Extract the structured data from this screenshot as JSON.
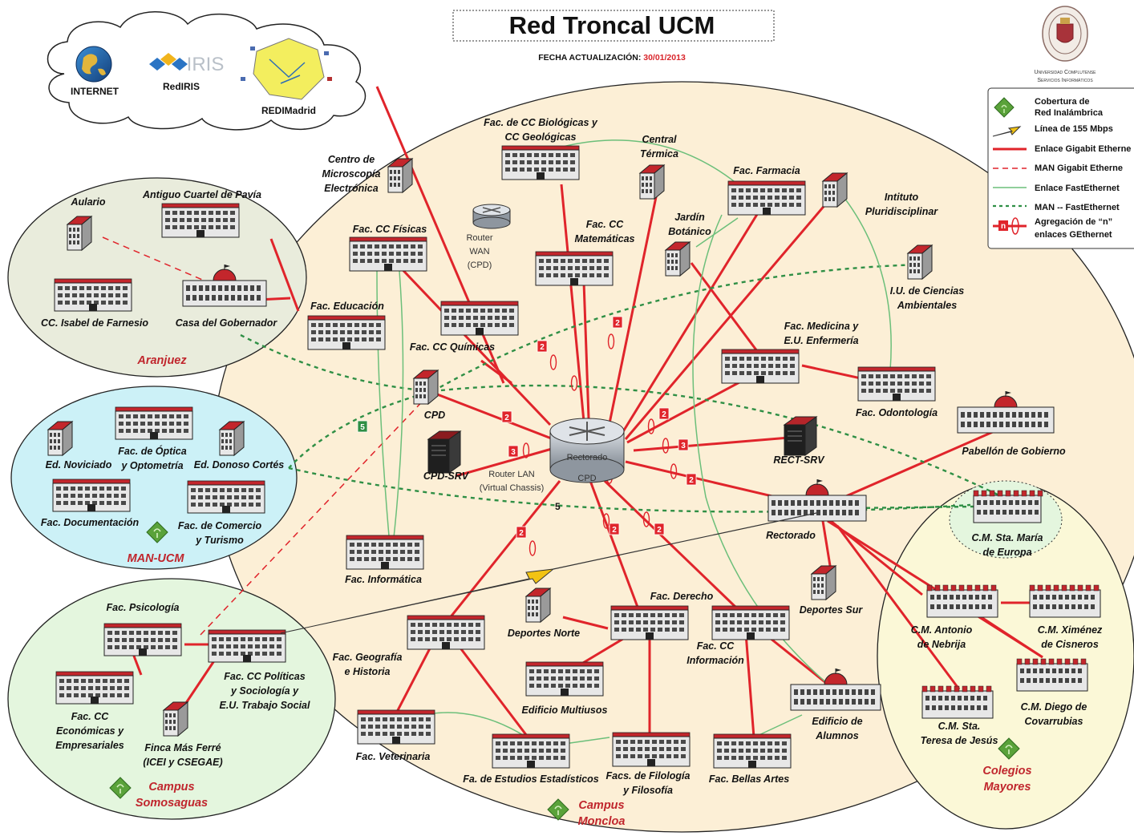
{
  "title": "Red Troncal UCM",
  "update": {
    "label": "FECHA ACTUALIZACIÓN:",
    "value": "30/01/2013"
  },
  "university": {
    "line1": "Universidad Complutense",
    "line2": "Servicios Informáticos"
  },
  "colors": {
    "link_red": "#e0242b",
    "man_green": "#2f8f45",
    "fast_green": "#6cbf7a",
    "moncloa_bg": "#fcefd6",
    "aranjuez_bg": "#e9ecdc",
    "man_bg": "#ccf1f7",
    "somosaguas_bg": "#e4f6de",
    "colegios_bg": "#fbf8d7",
    "zone_red": "#c0262d"
  },
  "cloud": {
    "internet": "INTERNET",
    "rediris": "RedIRIS",
    "redimadrid": "REDIMadrid"
  },
  "zones": {
    "aranjuez": "Aranjuez",
    "man_ucm": "MAN-UCM",
    "somosaguas": [
      "Campus",
      "Somosaguas"
    ],
    "moncloa": [
      "Campus",
      "Moncloa"
    ],
    "colegios": [
      "Colegios",
      "Mayores"
    ]
  },
  "routers": {
    "wan": [
      "Router",
      "WAN",
      "(CPD)"
    ],
    "core": [
      "Rectorado",
      "CPD"
    ],
    "lan": [
      "Router LAN",
      "(Virtual Chassis)"
    ]
  },
  "nodes": {
    "aulario": "Aulario",
    "cuartel": "Antiguo Cuartel de Pavía",
    "isabel": "CC. Isabel de Farnesio",
    "gobernador": "Casa del Gobernador",
    "noviciado": "Ed. Noviciado",
    "optica": [
      "Fac. de Óptica",
      "y Optometría"
    ],
    "donoso": "Ed. Donoso Cortés",
    "documentacion": "Fac. Documentación",
    "comercio": [
      "Fac. de Comercio",
      "y Turismo"
    ],
    "psicologia": "Fac. Psicología",
    "politicas": [
      "Fac. CC Políticas",
      "y Sociología y",
      "E.U. Trabajo Social"
    ],
    "economicas": [
      "Fac. CC",
      "Económicas y",
      "Empresariales"
    ],
    "finca": [
      "Finca Más Ferré",
      "(ICEI y CSEGAE)"
    ],
    "microscopia": [
      "Centro de",
      "Microscopía",
      "Electrónica"
    ],
    "biologicas": [
      "Fac. de CC Biológicas y",
      "CC Geológicas"
    ],
    "termica": [
      "Central",
      "Térmica"
    ],
    "farmacia": "Fac. Farmacia",
    "pluridisciplinar": [
      "Intituto",
      "Pluridisciplinar"
    ],
    "fisicas": "Fac. CC Físicas",
    "matematicas": [
      "Fac. CC",
      "Matemáticas"
    ],
    "jardin": [
      "Jardín",
      "Botánico"
    ],
    "ambientales": [
      "I.U. de Ciencias",
      "Ambientales"
    ],
    "educacion": "Fac. Educación",
    "quimicas": "Fac. CC Químicas",
    "medicina": [
      "Fac. Medicina y",
      "E.U. Enfermería"
    ],
    "odontologia": "Fac. Odontología",
    "cpd": "CPD",
    "cpd_srv": "CPD-SRV",
    "rect_srv": "RECT-SRV",
    "pabellon": "Pabellón de Gobierno",
    "rectorado": "Rectorado",
    "informatica": "Fac. Informática",
    "deportes_sur": "Deportes Sur",
    "derecho": "Fac. Derecho",
    "deportes_norte": "Deportes Norte",
    "geografia": [
      "Fac. Geografía",
      "e Historia"
    ],
    "informacion": [
      "Fac. CC",
      "Información"
    ],
    "multiusos": "Edificio Multiusos",
    "alumnos": [
      "Edificio de",
      "Alumnos"
    ],
    "veterinaria": "Fac. Veterinaria",
    "estadisticos": "Fa. de Estudios Estadísticos",
    "filologia": [
      "Facs. de Filología",
      "y Filosofía"
    ],
    "bellas_artes": "Fac. Bellas Artes",
    "sta_maria": [
      "C.M. Sta. María",
      "de Europa"
    ],
    "nebrija": [
      "C.M. Antonio",
      "de Nebrija"
    ],
    "cisneros": [
      "C.M. Ximénez",
      "de Cisneros"
    ],
    "covarrubias": [
      "C.M. Diego de",
      "Covarrubias"
    ],
    "teresa": [
      "C.M. Sta.",
      "Teresa de Jesús"
    ]
  },
  "badges": {
    "two": "2",
    "three": "3",
    "five": "5"
  },
  "legend": {
    "wifi": [
      "Cobertura de",
      "Red Inalámbrica"
    ],
    "line155": "Línea de 155 Mbps",
    "gigabit": "Enlace Gigabit Etherne",
    "man_gigabit": "MAN  Gigabit Etherne",
    "fast": "Enlace FastEthernet",
    "man_fast": "MAN -- FastEthernet",
    "aggregation": [
      "Agregación de “n”",
      "enlaces GEthernet"
    ],
    "aggregation_badge": "n"
  }
}
